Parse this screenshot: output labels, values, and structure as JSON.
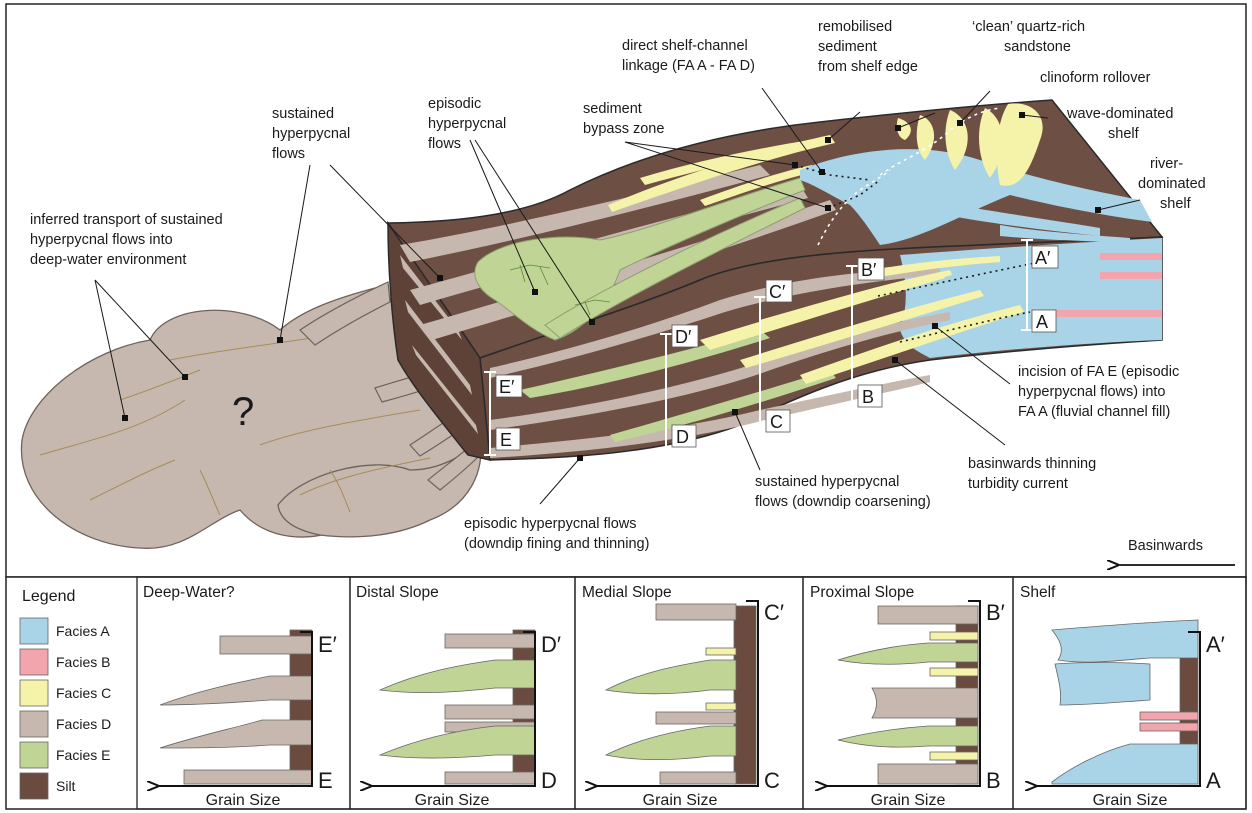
{
  "annotations": {
    "inferred_transport": [
      "inferred transport of sustained",
      "hyperpycnal flows into",
      "deep-water environment"
    ],
    "sustained_hyperpycnal": [
      "sustained",
      "hyperpycnal",
      "flows"
    ],
    "episodic_hyperpycnal": [
      "episodic",
      "hyperpycnal",
      "flows"
    ],
    "sediment_bypass": [
      "sediment",
      "bypass zone"
    ],
    "direct_linkage": [
      "direct shelf-channel",
      "linkage (FA A - FA D)"
    ],
    "remobilised": [
      "remobilised",
      "sediment",
      "from shelf edge"
    ],
    "clean_sandstone": [
      "‘clean’ quartz-rich",
      "sandstone"
    ],
    "clinoform": [
      "clinoform rollover"
    ],
    "wave_dominated": [
      "wave-dominated",
      "shelf"
    ],
    "river_dominated": [
      "river-",
      "dominated",
      "shelf"
    ],
    "incision": [
      "incision of FA E (episodic",
      "hyperpycnal flows) into",
      "FA A (fluvial channel fill)"
    ],
    "basinwards_thinning": [
      "basinwards thinning",
      "turbidity current"
    ],
    "sustained_coarsening": [
      "sustained hyperpycnal",
      "flows (downdip coarsening)"
    ],
    "episodic_fining": [
      "episodic hyperpycnal flows",
      "(downdip fining and thinning)"
    ],
    "question_mark": "?",
    "basinwards": "Basinwards"
  },
  "section_labels": {
    "A": "A",
    "A_prime": "A′",
    "B": "B",
    "B_prime": "B′",
    "C": "C",
    "C_prime": "C′",
    "D": "D",
    "D_prime": "D′",
    "E": "E",
    "E_prime": "E′"
  },
  "legend": {
    "title": "Legend",
    "items": [
      {
        "label": "Facies A",
        "color": "#a9d3e6"
      },
      {
        "label": "Facies B",
        "color": "#f2a5ad"
      },
      {
        "label": "Facies C",
        "color": "#f5f3aa"
      },
      {
        "label": "Facies D",
        "color": "#c6b8ae"
      },
      {
        "label": "Facies E",
        "color": "#bfd495"
      },
      {
        "label": "Silt",
        "color": "#6b4b40"
      }
    ]
  },
  "panels": [
    {
      "title": "Deep-Water?",
      "top": "E′",
      "bottom": "E",
      "xlabel": "Grain Size"
    },
    {
      "title": "Distal Slope",
      "top": "D′",
      "bottom": "D",
      "xlabel": "Grain Size"
    },
    {
      "title": "Medial Slope",
      "top": "C′",
      "bottom": "C",
      "xlabel": "Grain Size"
    },
    {
      "title": "Proximal Slope",
      "top": "B′",
      "bottom": "B",
      "xlabel": "Grain Size"
    },
    {
      "title": "Shelf",
      "top": "A′",
      "bottom": "A",
      "xlabel": "Grain Size"
    }
  ]
}
